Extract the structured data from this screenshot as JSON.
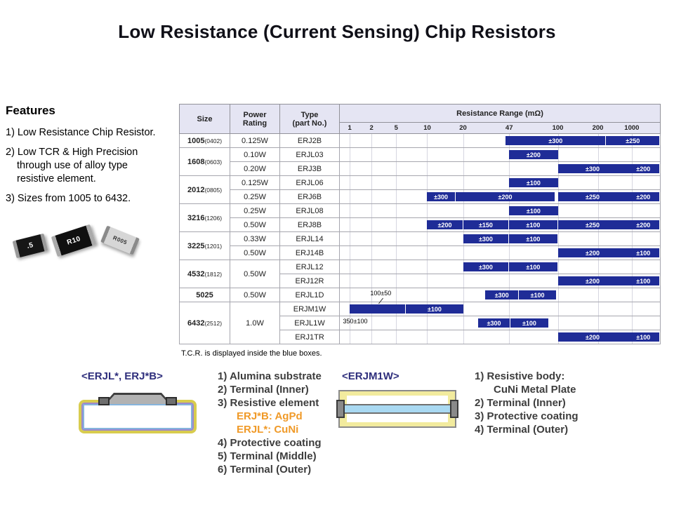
{
  "title": "Low Resistance (Current Sensing) Chip Resistors",
  "features": {
    "heading": "Features",
    "items": [
      "1) Low Resistance Chip Resistor.",
      "2) Low TCR & High Precision\nthrough use of alloy type\nresistive element.",
      "3) Sizes from 1005 to 6432."
    ]
  },
  "chip_markings": [
    ".5",
    "R10",
    "R005"
  ],
  "note": "T.C.R. is displayed inside the blue boxes.",
  "colors": {
    "bar_blue": "#1f2c97",
    "header_bg": "#e5e5f3",
    "accent_orange": "#f09a28",
    "label_navy": "#2e2e7c"
  },
  "table": {
    "headers": {
      "size": "Size",
      "power": "Power\nRating",
      "type": "Type\n(part No.)",
      "range": "Resistance Range (mΩ)"
    },
    "ticks": [
      "1",
      "2",
      "5",
      "10",
      "20",
      "47",
      "100",
      "200",
      "1000"
    ],
    "tick_pos": [
      3.1,
      9.9,
      17.6,
      27.3,
      38.5,
      52.9,
      68.1,
      80.6,
      91.2
    ],
    "groups": [
      {
        "size": "1005",
        "size_sub": "(0402)",
        "rows": [
          {
            "power": "0.125W",
            "type": "ERJ2B",
            "bars": [
              {
                "left": 51.8,
                "width": 31.2,
                "label": "±300"
              },
              {
                "left": 83.2,
                "width": 16.6,
                "label": "±250"
              }
            ]
          }
        ]
      },
      {
        "size": "1608",
        "size_sub": "(0603)",
        "rows": [
          {
            "power": "0.10W",
            "type": "ERJL03",
            "bars": [
              {
                "left": 52.9,
                "width": 15.2,
                "label": "±200"
              }
            ]
          },
          {
            "power": "0.20W",
            "type": "ERJ3B",
            "bars": [
              {
                "left": 68.3,
                "width": 21.3,
                "label": "±300"
              },
              {
                "left": 89.8,
                "width": 10.0,
                "label": "±200"
              }
            ]
          }
        ]
      },
      {
        "size": "2012",
        "size_sub": "(0805)",
        "rows": [
          {
            "power": "0.125W",
            "type": "ERJL06",
            "bars": [
              {
                "left": 52.9,
                "width": 15.2,
                "label": "±100"
              }
            ]
          },
          {
            "power": "0.25W",
            "type": "ERJ6B",
            "bars": [
              {
                "left": 27.3,
                "width": 8.6,
                "label": "±300"
              },
              {
                "left": 36.1,
                "width": 31.1,
                "label": "±200"
              },
              {
                "left": 68.3,
                "width": 21.3,
                "label": "±250"
              },
              {
                "left": 89.8,
                "width": 10.0,
                "label": "±200"
              }
            ]
          }
        ]
      },
      {
        "size": "3216",
        "size_sub": "(1206)",
        "rows": [
          {
            "power": "0.25W",
            "type": "ERJL08",
            "bars": [
              {
                "left": 52.9,
                "width": 15.2,
                "label": "±100"
              }
            ]
          },
          {
            "power": "0.50W",
            "type": "ERJ8B",
            "bars": [
              {
                "left": 27.3,
                "width": 11.0,
                "label": "±200"
              },
              {
                "left": 38.5,
                "width": 14.2,
                "label": "±150"
              },
              {
                "left": 52.9,
                "width": 15.0,
                "label": "±100"
              },
              {
                "left": 68.3,
                "width": 21.3,
                "label": "±250"
              },
              {
                "left": 89.8,
                "width": 10.0,
                "label": "±200"
              }
            ]
          }
        ]
      },
      {
        "size": "3225",
        "size_sub": "(1201)",
        "rows": [
          {
            "power": "0.33W",
            "type": "ERJL14",
            "bars": [
              {
                "left": 38.5,
                "width": 14.2,
                "label": "±300"
              },
              {
                "left": 52.9,
                "width": 15.0,
                "label": "±100"
              }
            ]
          },
          {
            "power": "0.50W",
            "type": "ERJ14B",
            "bars": [
              {
                "left": 68.3,
                "width": 21.3,
                "label": "±200"
              },
              {
                "left": 89.8,
                "width": 10.0,
                "label": "±100"
              }
            ]
          }
        ]
      },
      {
        "size": "4532",
        "size_sub": "(1812)",
        "power": "0.50W",
        "rows": [
          {
            "type": "ERJL12",
            "bars": [
              {
                "left": 38.5,
                "width": 14.2,
                "label": "±300"
              },
              {
                "left": 52.9,
                "width": 15.0,
                "label": "±100"
              }
            ]
          },
          {
            "type": "ERJ12R",
            "bars": [
              {
                "left": 68.3,
                "width": 21.3,
                "label": "±200"
              },
              {
                "left": 89.8,
                "width": 10.0,
                "label": "±100"
              }
            ]
          }
        ]
      },
      {
        "size": "5025",
        "size_sub": "",
        "rows": [
          {
            "power": "0.50W",
            "type": "ERJL1D",
            "bars": [
              {
                "left": 45.5,
                "width": 10.2,
                "label": "±300"
              },
              {
                "left": 55.9,
                "width": 11.7,
                "label": "±100"
              }
            ],
            "annotations": [
              {
                "text": "100±50",
                "left": 9.5,
                "pointer": true
              }
            ]
          }
        ]
      },
      {
        "size": "6432",
        "size_sub": "(2512)",
        "power": "1.0W",
        "rows": [
          {
            "type": "ERJM1W",
            "bars": [
              {
                "left": 3.0,
                "width": 17.5,
                "label": ""
              },
              {
                "left": 20.7,
                "width": 17.8,
                "label": "±100"
              }
            ]
          },
          {
            "type": "ERJL1W",
            "bars": [
              {
                "left": 43.2,
                "width": 9.9,
                "label": "±300"
              },
              {
                "left": 53.3,
                "width": 11.8,
                "label": "±100"
              }
            ],
            "annotations": [
              {
                "text": "350±100",
                "left": 1.0
              }
            ]
          },
          {
            "type": "ERJ1TR",
            "bars": [
              {
                "left": 68.3,
                "width": 21.3,
                "label": "±200"
              },
              {
                "left": 89.8,
                "width": 10.0,
                "label": "±100"
              }
            ]
          }
        ]
      }
    ]
  },
  "bottom": {
    "left_label": "<ERJL*, ERJ*B>",
    "left_list": [
      {
        "text": "1) Alumina substrate",
        "color": "dark"
      },
      {
        "text": "2) Terminal (Inner)",
        "color": "dark"
      },
      {
        "text": "3) Resistive element",
        "color": "dark"
      },
      {
        "text": "ERJ*B: AgPd",
        "color": "orange",
        "indent": true
      },
      {
        "text": "ERJL*:  CuNi",
        "color": "orange",
        "indent": true
      },
      {
        "text": "4) Protective coating",
        "color": "dark"
      },
      {
        "text": "5) Terminal (Middle)",
        "color": "dark"
      },
      {
        "text": "6) Terminal (Outer)",
        "color": "dark"
      }
    ],
    "right_label": "<ERJM1W>",
    "right_list": [
      {
        "text": "1) Resistive body:",
        "color": "dark"
      },
      {
        "text": "CuNi Metal Plate",
        "color": "dark",
        "indent": true
      },
      {
        "text": "2) Terminal (Inner)",
        "color": "dark"
      },
      {
        "text": "3) Protective coating",
        "color": "dark"
      },
      {
        "text": "4) Terminal (Outer)",
        "color": "dark"
      }
    ]
  }
}
